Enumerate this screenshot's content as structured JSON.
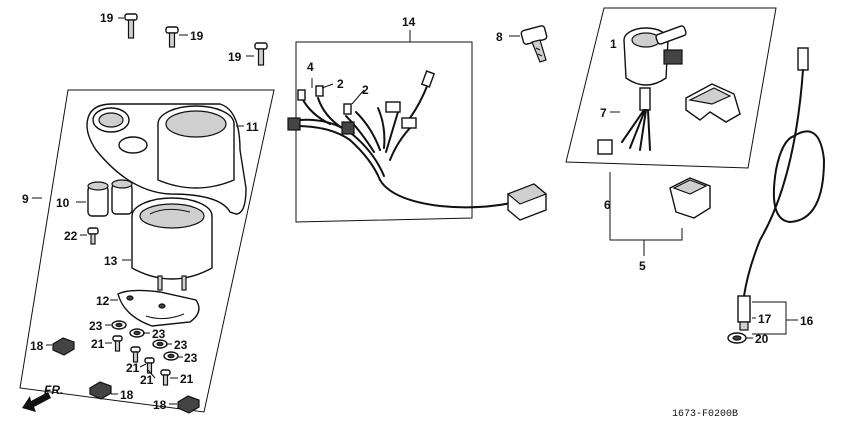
{
  "labels": {
    "l1": "19",
    "l2": "19",
    "l3": "19",
    "l4": "14",
    "l5": "8",
    "l6": "4",
    "l7": "2",
    "l8": "2",
    "l9": "11",
    "l10": "9",
    "l11": "10",
    "l12": "22",
    "l13": "13",
    "l14": "12",
    "l15": "23",
    "l16": "23",
    "l17": "23",
    "l18": "23",
    "l19": "21",
    "l20": "21",
    "l21": "21",
    "l22": "21",
    "l23": "18",
    "l24": "18",
    "l25": "18",
    "l26": "1",
    "l27": "7",
    "l28": "6",
    "l29": "5",
    "l30": "17",
    "l31": "16",
    "l32": "20"
  },
  "front_arrow": "FR.",
  "diagram_code": "1673-F0200B"
}
